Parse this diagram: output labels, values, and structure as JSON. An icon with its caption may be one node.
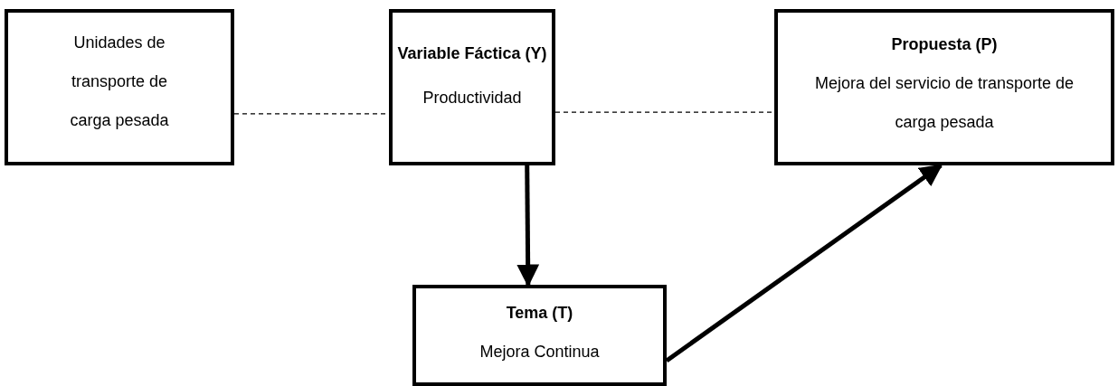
{
  "diagram": {
    "nodes": [
      {
        "text": [
          "Unidades de transporte de carga pesada"
        ]
      },
      {
        "text": [
          "Variable Fáctica (Y)",
          "Productividad"
        ]
      },
      {
        "text": [
          "Propuesta (P)",
          "Mejora del servicio de transporte de carga pesada"
        ]
      },
      {
        "text": [
          "Tema (T)",
          "Mejora Continua"
        ]
      }
    ],
    "edges": [
      {
        "from": 0,
        "to": 1,
        "arrow": "none",
        "style": "dashed"
      },
      {
        "from": 1,
        "to": 2,
        "arrow": "none",
        "style": "dashed"
      },
      {
        "from": 1,
        "to": 3,
        "arrow": "to",
        "style": "thick"
      },
      {
        "from": 3,
        "to": 2,
        "arrow": "to",
        "style": "thick"
      }
    ]
  }
}
